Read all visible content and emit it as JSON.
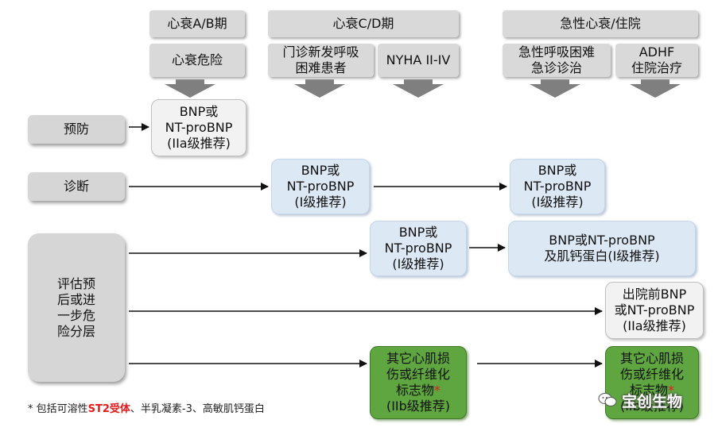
{
  "headers": {
    "stage_ab": "心衰A/B期",
    "stage_cd": "心衰C/D期",
    "acute": "急性心衰/住院"
  },
  "subheaders": {
    "risk": "心衰危险",
    "outpatient": "门诊新发呼吸\n困难患者",
    "nyha": "NYHA II-IV",
    "acute_dyspnea": "急性呼吸困难\n急诊诊治",
    "adhf": "ADHF\n住院治疗"
  },
  "rows": {
    "prevention": "预防",
    "diagnosis": "诊断",
    "assessment": "评估预\n后或进\n一步危\n险分层"
  },
  "nodes": {
    "prevention_bnp": "BNP或\nNT-proBNP\n(IIa级推荐)",
    "diag_bnp_1": "BNP或\nNT-proBNP\n(I级推荐)",
    "diag_bnp_2": "BNP或\nNT-proBNP\n(I级推荐)",
    "assess_bnp": "BNP或\nNT-proBNP\n(I级推荐)",
    "assess_bnp_troponin": "BNP或NT-proBNP\n及肌钙蛋白(I级推荐)",
    "discharge_bnp": "出院前BNP\n或NT-proBNP\n(IIa级推荐)",
    "markers_1_text": "其它心肌损\n伤或纤维化\n标志物",
    "markers_1_grade": "(IIb级推荐)",
    "markers_2_text": "其它心肌损\n伤或纤维化\n标志物",
    "markers_2_grade": "(IIb级推荐)",
    "star": "*"
  },
  "footnote": {
    "prefix": "* 包括可溶性",
    "highlight": "ST2受体",
    "suffix": "、半乳凝素-3、高敏肌钙蛋白"
  },
  "watermark": "宝创生物",
  "colors": {
    "header_gray": "#d9d9d9",
    "blue_box": "#dde8f5",
    "green_box": "#5fa640",
    "white_box": "#f2f2f2",
    "star_red": "#e31b1b"
  }
}
